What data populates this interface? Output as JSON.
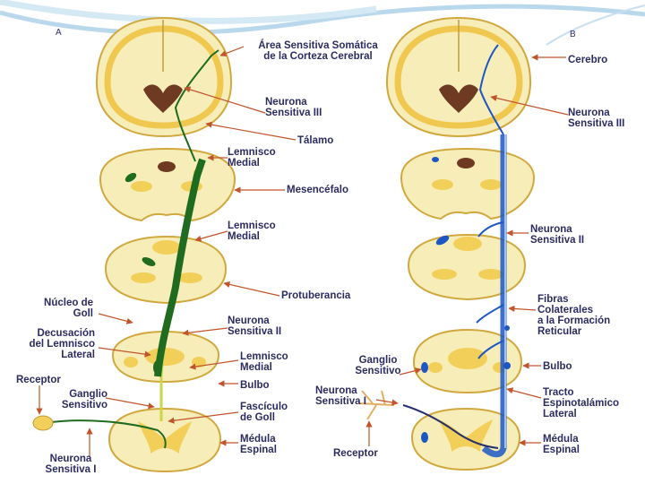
{
  "panels": {
    "a": "A",
    "b": "B"
  },
  "labels_a": {
    "cortex": [
      "Área Sensitiva Somática",
      "de la Corteza Cerebral"
    ],
    "neuron3": [
      "Neurona",
      "Sensitiva III"
    ],
    "thalamus": "Tálamo",
    "lemniscus1": [
      "Lemnisco",
      "Medial"
    ],
    "midbrain": "Mesencéfalo",
    "lemniscus2": [
      "Lemnisco",
      "Medial"
    ],
    "pons": "Protuberancia",
    "goll_nucleus": [
      "Núcleo de",
      "Goll"
    ],
    "decussation": [
      "Decusación",
      "del Lemnisco",
      "Lateral"
    ],
    "neuron2": [
      "Neurona",
      "Sensitiva II"
    ],
    "lemniscus3": [
      "Lemnisco",
      "Medial"
    ],
    "bulb": "Bulbo",
    "receptor": "Receptor",
    "ganglion": [
      "Ganglio",
      "Sensitivo"
    ],
    "goll_fasciculus": [
      "Fascículo",
      "de Goll"
    ],
    "spinal": [
      "Médula",
      "Espinal"
    ],
    "neuron1": [
      "Neurona",
      "Sensitiva I"
    ]
  },
  "labels_b": {
    "brain": "Cerebro",
    "neuron3": [
      "Neurona",
      "Sensitiva III"
    ],
    "neuron2": [
      "Neurona",
      "Sensitiva II"
    ],
    "fibers": [
      "Fibras",
      "Colaterales",
      "a la Formación",
      "Reticular"
    ],
    "bulb": "Bulbo",
    "tract": [
      "Tracto",
      "Espinotalámico",
      "Lateral"
    ],
    "ganglion": [
      "Ganglio",
      "Sensitivo"
    ],
    "neuron1": [
      "Neurona",
      "Sensitiva I"
    ],
    "receptor": "Receptor",
    "spinal": [
      "Médula",
      "Espinal"
    ]
  },
  "colors": {
    "tissue": "#f7edb8",
    "grey_matter": "#f2cf58",
    "label": "#2c2c63",
    "arrow": "#c2542c",
    "path_a": "#1f6b1f",
    "path_b": "#1d57c4"
  }
}
